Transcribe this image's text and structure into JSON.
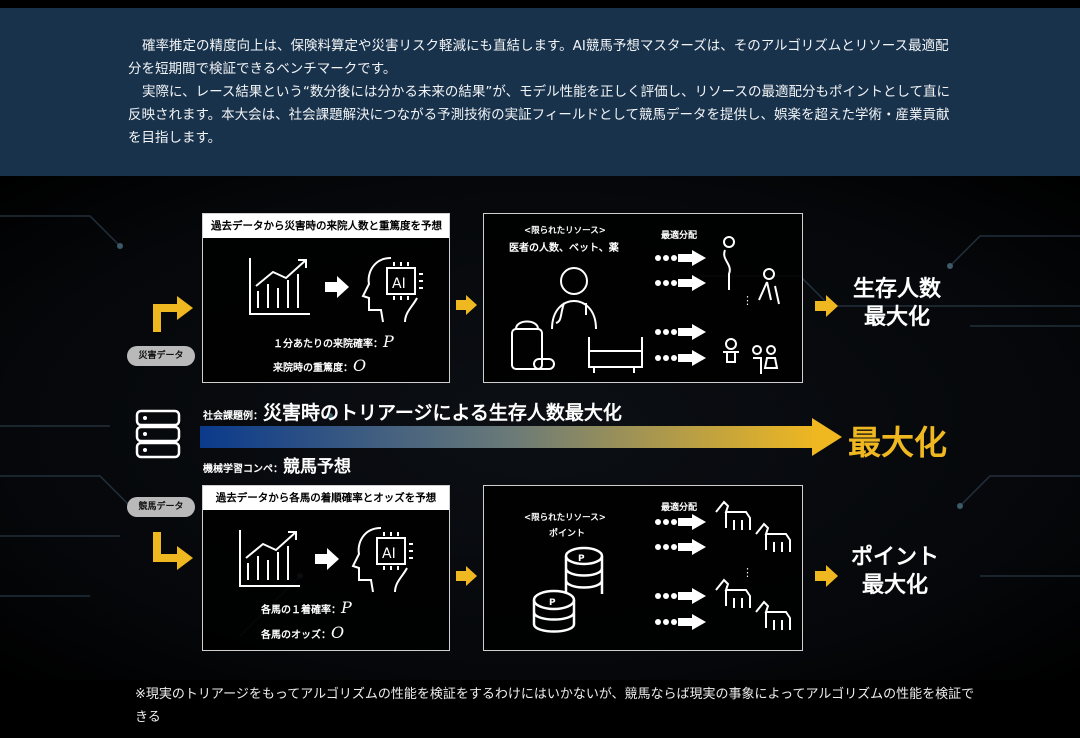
{
  "intro": {
    "p1": "確率推定の精度向上は、保険料算定や災害リスク軽減にも直結します。AI競馬予想マスターズは、そのアルゴリズムとリソース最適配分を短期間で検証できるベンチマークです。",
    "p2": "実際に、レース結果という“数分後には分かる未来の結果”が、モデル性能を正しく評価し、リソースの最適配分もポイントとして直に反映されます。本大会は、社会課題解決につながる予測技術の実証フィールドとして競馬データを提供し、娯楽を超えた学術・産業貢献を目指します。"
  },
  "disaster": {
    "data_label": "災害データ",
    "predict_header": "過去データから災害時の来院人数と重篤度を予想",
    "p_label": "１分あたりの来院確率：",
    "o_label": "来院時の重篤度：",
    "p_sym": "P",
    "o_sym": "O",
    "resource_title": "<限られたリソース>",
    "resource_items": "医者の人数、ベット、薬",
    "allocation": "最適分配",
    "dots": "⋮",
    "result": [
      "生存人数",
      "最大化"
    ]
  },
  "middle": {
    "social_prefix": "社会課題例：",
    "social_text": "災害時のトリアージによる生存人数最大化",
    "ml_prefix": "機械学習コンペ：",
    "ml_text": "競馬予想",
    "maximize": "最大化",
    "gradient_from": "#0b3a8c",
    "gradient_to": "#f0b820"
  },
  "racing": {
    "data_label": "競馬データ",
    "predict_header": "過去データから各馬の着順確率とオッズを予想",
    "p_label": "各馬の１着確率：",
    "o_label": "各馬のオッズ：",
    "p_sym": "P",
    "o_sym": "O",
    "resource_title": "<限られたリソース>",
    "resource_items": "ポイント",
    "allocation": "最適分配",
    "dots": "⋮",
    "result": [
      "ポイント",
      "最大化"
    ]
  },
  "note": "※現実のトリアージをもってアルゴリズムの性能を検証をするわけにはいかないが、競馬ならば現実の事象によってアルゴリズムの性能を検証できる",
  "colors": {
    "accent": "#f0b820",
    "panel": "#18324c"
  }
}
